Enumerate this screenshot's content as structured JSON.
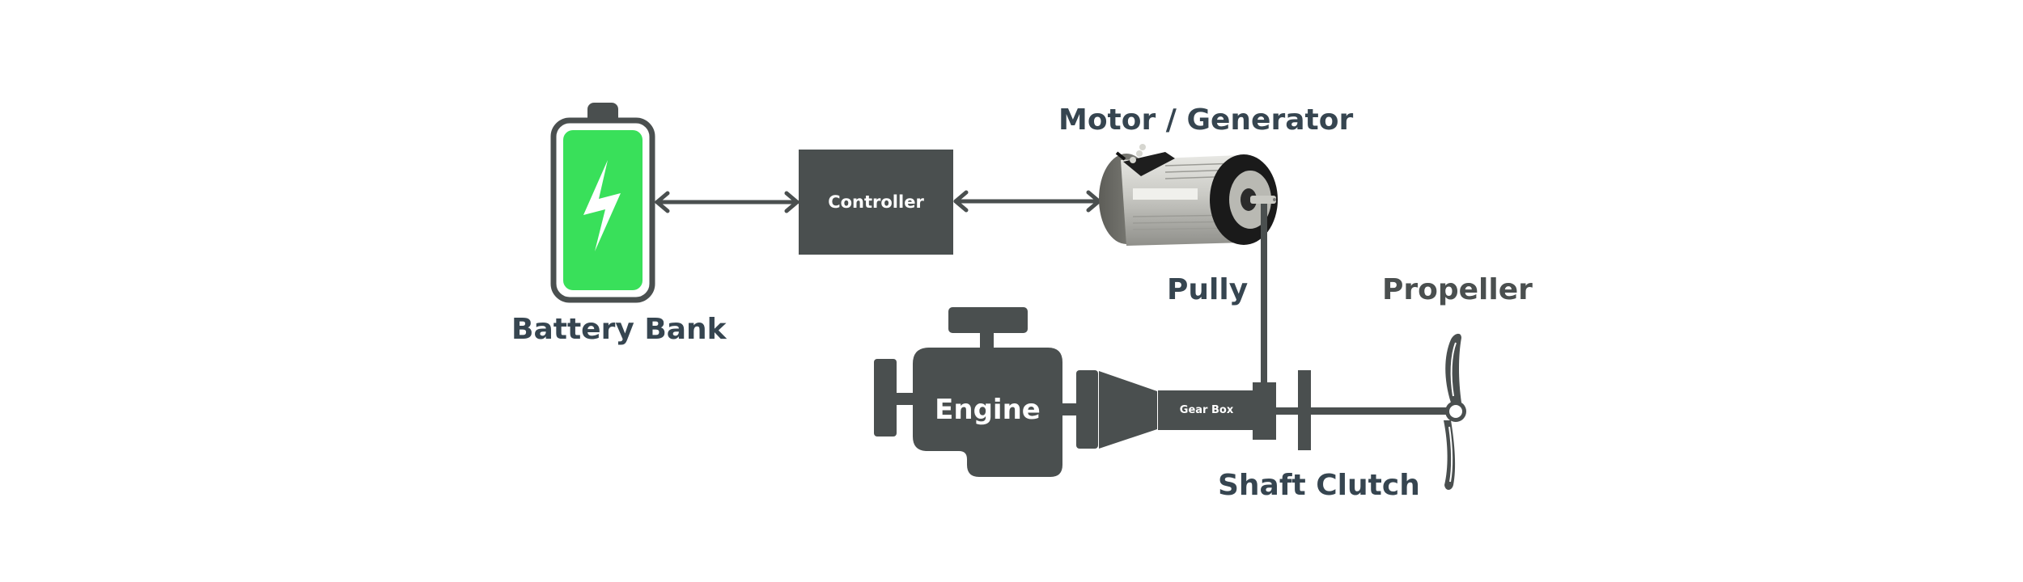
{
  "diagram": {
    "title": "Hybrid marine propulsion system",
    "colors": {
      "component": "#4a4f4f",
      "label_primary": "#364550",
      "label_secondary": "#4a4f4f",
      "battery_fill": "#39e05a",
      "inner_text": "#ffffff",
      "background": "#ffffff"
    },
    "nodes": [
      {
        "id": "battery",
        "label": "Battery Bank",
        "icon": "battery-charging-icon"
      },
      {
        "id": "controller",
        "label": "Controller"
      },
      {
        "id": "motor",
        "label": "Motor / Generator",
        "icon": "electric-motor-icon"
      },
      {
        "id": "pulley",
        "label": "Pully"
      },
      {
        "id": "engine",
        "label": "Engine",
        "icon": "engine-icon"
      },
      {
        "id": "gearbox",
        "label": "Gear Box"
      },
      {
        "id": "clutch",
        "label": "Shaft Clutch"
      },
      {
        "id": "propeller",
        "label": "Propeller",
        "icon": "propeller-icon"
      }
    ],
    "edges": [
      {
        "from": "battery",
        "to": "controller",
        "type": "bidirectional-arrow"
      },
      {
        "from": "controller",
        "to": "motor",
        "type": "bidirectional-arrow"
      },
      {
        "from": "motor",
        "to": "pulley",
        "type": "belt"
      },
      {
        "from": "engine",
        "to": "gearbox",
        "type": "shaft"
      },
      {
        "from": "gearbox",
        "to": "pulley",
        "type": "mechanical"
      },
      {
        "from": "pulley",
        "to": "clutch",
        "type": "shaft"
      },
      {
        "from": "clutch",
        "to": "propeller",
        "type": "shaft"
      }
    ]
  },
  "labels": {
    "battery": "Battery Bank",
    "controller": "Controller",
    "motor": "Motor / Generator",
    "pulley": "Pully",
    "engine": "Engine",
    "gearbox": "Gear Box",
    "clutch": "Shaft Clutch",
    "propeller": "Propeller"
  }
}
